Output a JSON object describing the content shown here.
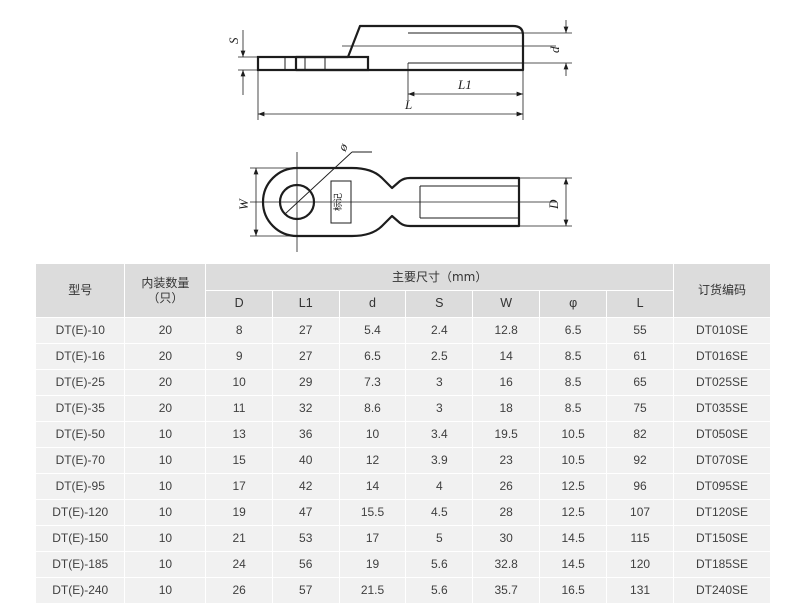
{
  "drawing": {
    "side_view": {
      "labels": [
        {
          "name": "S",
          "text": "S"
        },
        {
          "name": "d",
          "text": "d"
        },
        {
          "name": "L1",
          "text": "L1"
        },
        {
          "name": "L",
          "text": "L"
        }
      ]
    },
    "plan_view": {
      "labels": [
        {
          "name": "W",
          "text": "W"
        },
        {
          "name": "phi",
          "text": "ø"
        },
        {
          "name": "D",
          "text": "D"
        }
      ],
      "marking_text": "标记"
    }
  },
  "table": {
    "headers": {
      "model": "型号",
      "quantity_line1": "内装数量",
      "quantity_line2": "（只）",
      "main_dimensions": "主要尺寸（mm）",
      "order_code": "订货编码",
      "dims": [
        "D",
        "L1",
        "d",
        "S",
        "W",
        "φ",
        "L"
      ]
    },
    "rows": [
      {
        "model": "DT(E)-10",
        "qty": "20",
        "D": "8",
        "L1": "27",
        "d": "5.4",
        "S": "2.4",
        "W": "12.8",
        "phi": "6.5",
        "L": "55",
        "code": "DT010SE"
      },
      {
        "model": "DT(E)-16",
        "qty": "20",
        "D": "9",
        "L1": "27",
        "d": "6.5",
        "S": "2.5",
        "W": "14",
        "phi": "8.5",
        "L": "61",
        "code": "DT016SE"
      },
      {
        "model": "DT(E)-25",
        "qty": "20",
        "D": "10",
        "L1": "29",
        "d": "7.3",
        "S": "3",
        "W": "16",
        "phi": "8.5",
        "L": "65",
        "code": "DT025SE"
      },
      {
        "model": "DT(E)-35",
        "qty": "20",
        "D": "11",
        "L1": "32",
        "d": "8.6",
        "S": "3",
        "W": "18",
        "phi": "8.5",
        "L": "75",
        "code": "DT035SE"
      },
      {
        "model": "DT(E)-50",
        "qty": "10",
        "D": "13",
        "L1": "36",
        "d": "10",
        "S": "3.4",
        "W": "19.5",
        "phi": "10.5",
        "L": "82",
        "code": "DT050SE"
      },
      {
        "model": "DT(E)-70",
        "qty": "10",
        "D": "15",
        "L1": "40",
        "d": "12",
        "S": "3.9",
        "W": "23",
        "phi": "10.5",
        "L": "92",
        "code": "DT070SE"
      },
      {
        "model": "DT(E)-95",
        "qty": "10",
        "D": "17",
        "L1": "42",
        "d": "14",
        "S": "4",
        "W": "26",
        "phi": "12.5",
        "L": "96",
        "code": "DT095SE"
      },
      {
        "model": "DT(E)-120",
        "qty": "10",
        "D": "19",
        "L1": "47",
        "d": "15.5",
        "S": "4.5",
        "W": "28",
        "phi": "12.5",
        "L": "107",
        "code": "DT120SE"
      },
      {
        "model": "DT(E)-150",
        "qty": "10",
        "D": "21",
        "L1": "53",
        "d": "17",
        "S": "5",
        "W": "30",
        "phi": "14.5",
        "L": "115",
        "code": "DT150SE"
      },
      {
        "model": "DT(E)-185",
        "qty": "10",
        "D": "24",
        "L1": "56",
        "d": "19",
        "S": "5.6",
        "W": "32.8",
        "phi": "14.5",
        "L": "120",
        "code": "DT185SE"
      },
      {
        "model": "DT(E)-240",
        "qty": "10",
        "D": "26",
        "L1": "57",
        "d": "21.5",
        "S": "5.6",
        "W": "35.7",
        "phi": "16.5",
        "L": "131",
        "code": "DT240SE"
      }
    ]
  },
  "colors": {
    "header_bg": "#dcdcdc",
    "cell_bg": "#f1f1f1",
    "line": "#1d1d1d",
    "text": "#3f3f3f"
  }
}
